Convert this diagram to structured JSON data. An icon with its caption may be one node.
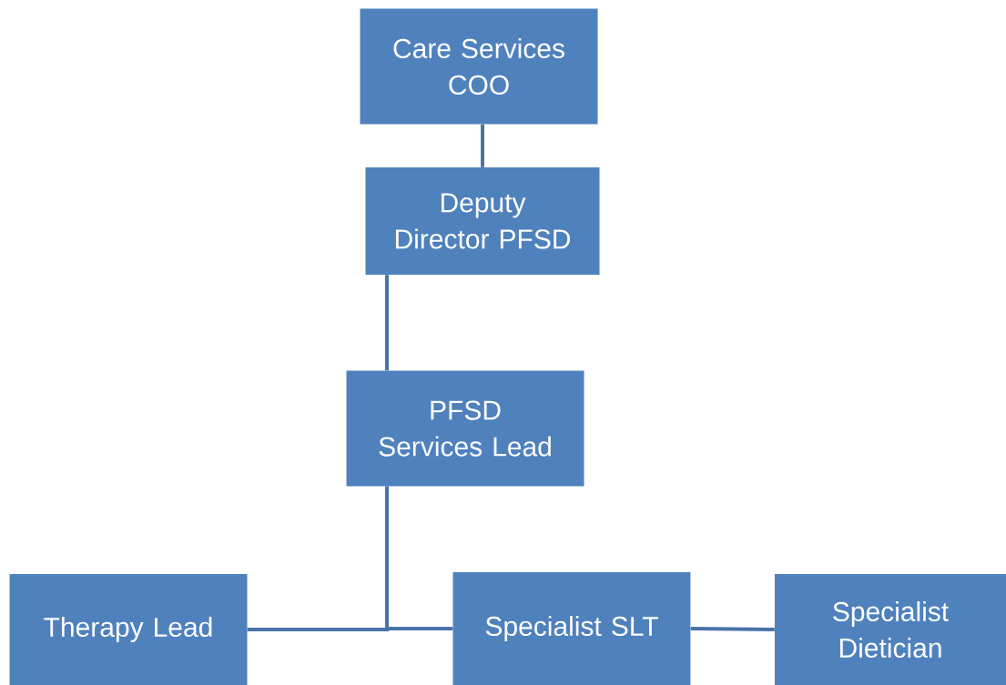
{
  "diagram": {
    "nodes": [
      {
        "text": [
          "Care Services COO"
        ]
      },
      {
        "text": [
          "Deputy Director PFSD"
        ]
      },
      {
        "text": [
          "PFSD Services Lead"
        ]
      },
      {
        "text": [
          "Therapy Lead"
        ]
      },
      {
        "text": [
          "Specialist SLT"
        ]
      },
      {
        "text": [
          "Specialist Dietician"
        ]
      }
    ],
    "edges": [
      {
        "from": 0,
        "to": 1,
        "arrow": "none"
      },
      {
        "from": 1,
        "to": 2,
        "arrow": "none"
      },
      {
        "from": 2,
        "to": 3,
        "arrow": "none"
      },
      {
        "from": 2,
        "to": 4,
        "arrow": "none"
      },
      {
        "from": 4,
        "to": 5,
        "arrow": "none"
      }
    ]
  }
}
